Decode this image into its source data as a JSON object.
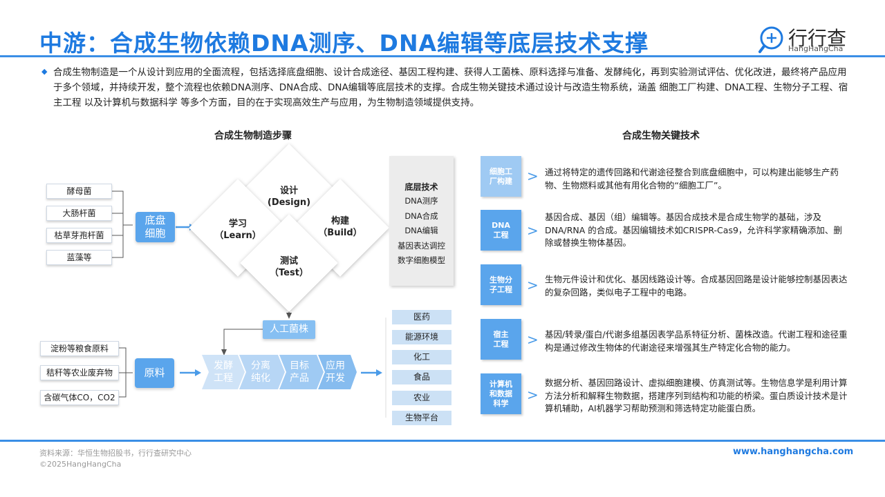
{
  "header": {
    "title": "中游：合成生物依赖DNA测序、DNA编辑等底层技术支撑",
    "logo_name": "行行查",
    "logo_sub": "HangHangCha"
  },
  "intro": "合成生物制造是一个从设计到应用的全面流程，包括选择底盘细胞、设计合成途径、基因工程构建、获得人工菌株、原料选择与准备、发酵纯化，再到实验测试评估、优化改进，最终将产品应用于多个领域，并持续开发，整个流程也依赖DNA测序、DNA合成、DNA编辑等底层技术的支撑。合成生物关键技术通过设计与改造生物系统，涵盖 细胞工厂构建、DNA工程、生物分子工程、宿主工程 以及计算机与数据科学 等多个方面，目的在于实现高效生产与应用，为生物制造领域提供支持。",
  "left": {
    "title": "合成生物制造步骤",
    "organisms": [
      "酵母菌",
      "大肠杆菌",
      "枯草芽孢杆菌",
      "蓝藻等"
    ],
    "chassis": "底盘细胞",
    "cycle": {
      "design": "设计",
      "design_en": "(Design)",
      "learn": "学习",
      "learn_en": "（Learn）",
      "build": "构建",
      "build_en": "（Build）",
      "test": "测试",
      "test_en": "（Test）"
    },
    "base_tech": {
      "title": "底层技术",
      "items": [
        "DNA测序",
        "DNA合成",
        "DNA编辑",
        "基因表达调控",
        "数字细胞模型"
      ]
    },
    "strain": "人工菌株",
    "materials": [
      "淀粉等粮食原料",
      "秸秆等农业废弃物",
      "含碳气体CO，CO2"
    ],
    "raw": "原料",
    "process": [
      {
        "line1": "发酵",
        "line2": "工程"
      },
      {
        "line1": "分离",
        "line2": "纯化"
      },
      {
        "line1": "目标",
        "line2": "产品"
      },
      {
        "line1": "应用",
        "line2": "开发"
      }
    ],
    "applications": [
      "医药",
      "能源环境",
      "化工",
      "食品",
      "农业",
      "生物平台"
    ]
  },
  "right": {
    "title": "合成生物关键技术",
    "items": [
      {
        "name": "细胞工厂构建",
        "desc": "通过将特定的遗传回路和代谢途径整合到底盘细胞中，可以构建出能够生产药物、生物燃料或其他有用化合物的“细胞工厂”。"
      },
      {
        "name": "DNA工程",
        "desc": "基因合成、基因（组）编辑等。基因合成技术是合成生物学的基础，涉及DNA/RNA 的合成。基因编辑技术如CRISPR-Cas9，允许科学家精确添加、删除或替换生物体基因。"
      },
      {
        "name": "生物分子工程",
        "desc": "生物元件设计和优化、基因线路设计等。合成基因回路是设计能够控制基因表达的复杂回路，类似电子工程中的电路。"
      },
      {
        "name": "宿主工程",
        "desc": "基因/转录/蛋白/代谢多组基因表学品系特征分析、菌株改造。代谢工程和途径重构是通过修改生物体的代谢途径来增强其生产特定化合物的能力。"
      },
      {
        "name": "计算机和数据科学",
        "desc": "数据分析、基因回路设计、虚拟细胞建模、仿真测试等。生物信息学是利用计算方法分析和解释生物数据，搭建序列到结构和功能的桥梁。蛋白质设计技术是计算机辅助，AI机器学习帮助预测和筛选特定功能蛋白质。"
      }
    ],
    "box_lines": [
      [
        "细胞工",
        "厂构建"
      ],
      [
        "DNA",
        "工程"
      ],
      [
        "生物分",
        "子工程"
      ],
      [
        "宿主",
        "工程"
      ],
      [
        "计算机",
        "和数据",
        "科学"
      ]
    ]
  },
  "footer": {
    "source": "资料来源：华恒生物招股书，行行查研究中心",
    "copyright": "©2025HangHangCha",
    "url": "www.hanghangcha.com"
  }
}
